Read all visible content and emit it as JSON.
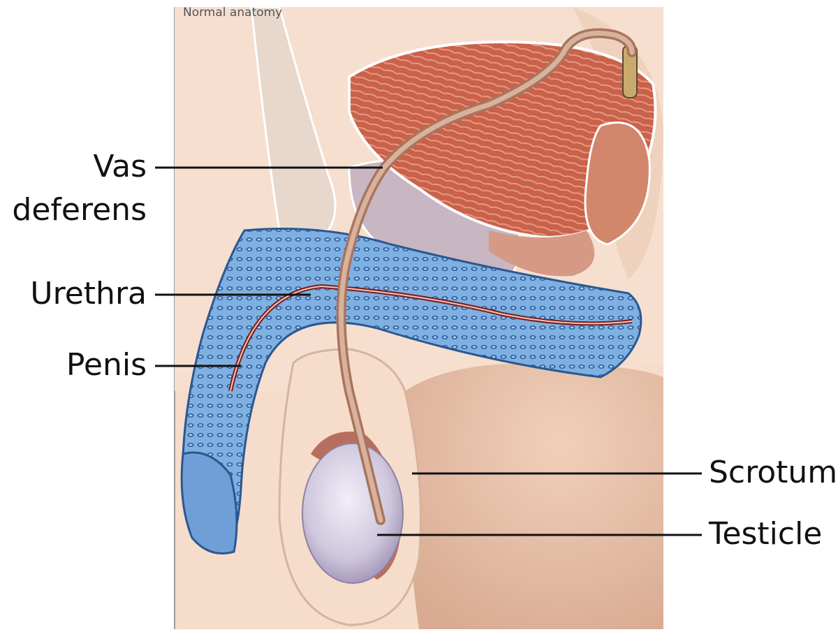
{
  "caption": "Normal anatomy",
  "labels": {
    "vas_deferens_line1": "Vas",
    "vas_deferens_line2": "deferens",
    "urethra": "Urethra",
    "penis": "Penis",
    "scrotum": "Scrotum",
    "testicle": "Testicle"
  },
  "colors": {
    "skin": "#f4d9c4",
    "skin_shadow": "#e4bfa6",
    "bladder_muscle": "#c8604a",
    "erectile_tissue": "#6a9fd8",
    "vas_deferens": "#c99a80",
    "testicle": "#dcd6e6",
    "leader_line": "#111111"
  }
}
